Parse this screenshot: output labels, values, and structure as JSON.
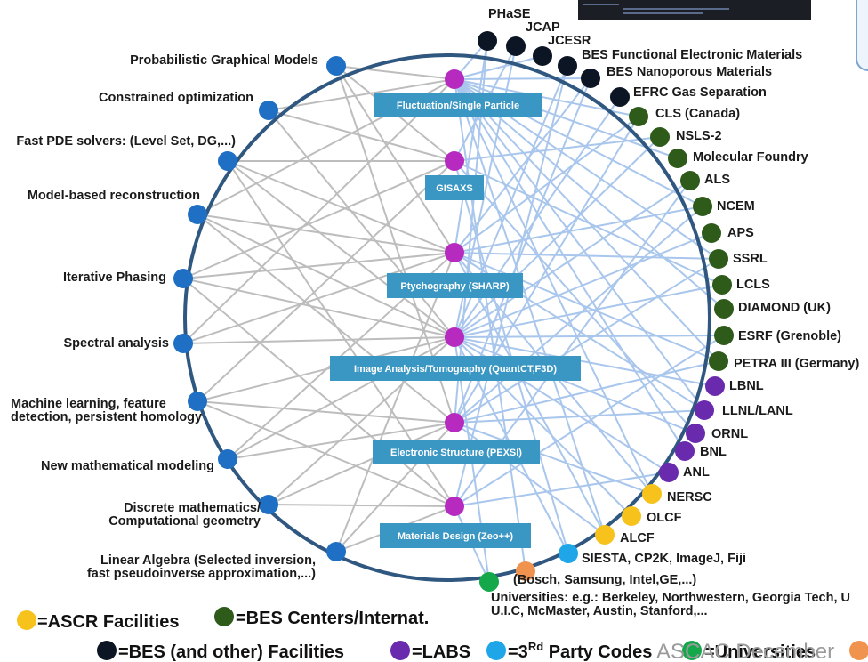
{
  "colors": {
    "ring": "#2f5780",
    "method": "#1f6fc4",
    "project": "#b62ac0",
    "facility_bes": "#0c1524",
    "bes_center": "#2e5a1a",
    "labs": "#6a2aae",
    "ascr": "#f6c21b",
    "third_party": "#1fa6e8",
    "university": "#14a84a",
    "company": "#f0934e",
    "box": "#3a96c3",
    "gray_line": "#bdbdbd",
    "blue_line": "#a9c6ec"
  },
  "methods": [
    {
      "id": "m0",
      "label": "Probabilistic Graphical Models"
    },
    {
      "id": "m1",
      "label": "Constrained optimization"
    },
    {
      "id": "m2",
      "label": "Fast PDE solvers: (Level Set, DG,...)"
    },
    {
      "id": "m3",
      "label": "Model-based reconstruction"
    },
    {
      "id": "m4",
      "label": "Iterative Phasing"
    },
    {
      "id": "m5",
      "label": "Spectral analysis"
    },
    {
      "id": "m6",
      "label_lines": [
        "Machine learning, feature",
        "detection, persistent homology"
      ]
    },
    {
      "id": "m7",
      "label": "New mathematical modeling"
    },
    {
      "id": "m8",
      "label_lines": [
        "Discrete mathematics/",
        "Computational geometry"
      ]
    },
    {
      "id": "m9",
      "label_lines": [
        "Linear Algebra (Selected inversion,",
        "fast pseudoinverse approximation,...)"
      ]
    }
  ],
  "projects": [
    {
      "id": "p0",
      "label": "Fluctuation/Single Particle"
    },
    {
      "id": "p1",
      "label": "GISAXS"
    },
    {
      "id": "p2",
      "label": "Ptychography (SHARP)"
    },
    {
      "id": "p3",
      "label": "Image Analysis/Tomography  (QuantCT,F3D)"
    },
    {
      "id": "p4",
      "label": "Electronic Structure (PEXSI)"
    },
    {
      "id": "p5",
      "label": "Materials Design (Zeo++)"
    }
  ],
  "partners": [
    {
      "id": "f0",
      "label": "PHaSE",
      "type": "facility_bes"
    },
    {
      "id": "f1",
      "label": "JCAP",
      "type": "facility_bes"
    },
    {
      "id": "f2",
      "label": "JCESR",
      "type": "facility_bes"
    },
    {
      "id": "f3",
      "label": "BES Functional Electronic Materials",
      "type": "facility_bes"
    },
    {
      "id": "f4",
      "label": "BES Nanoporous Materials",
      "type": "facility_bes"
    },
    {
      "id": "f5",
      "label": "EFRC Gas Separation",
      "type": "facility_bes"
    },
    {
      "id": "b0",
      "label": "CLS (Canada)",
      "type": "bes_center"
    },
    {
      "id": "b1",
      "label": "NSLS-2",
      "type": "bes_center"
    },
    {
      "id": "b2",
      "label": "Molecular Foundry",
      "type": "bes_center"
    },
    {
      "id": "b3",
      "label": "ALS",
      "type": "bes_center"
    },
    {
      "id": "b4",
      "label": "NCEM",
      "type": "bes_center"
    },
    {
      "id": "b5",
      "label": "APS",
      "type": "bes_center"
    },
    {
      "id": "b6",
      "label": "SSRL",
      "type": "bes_center"
    },
    {
      "id": "b7",
      "label": "LCLS",
      "type": "bes_center"
    },
    {
      "id": "b8",
      "label": "DIAMOND (UK)",
      "type": "bes_center"
    },
    {
      "id": "b9",
      "label": "ESRF (Grenoble)",
      "type": "bes_center"
    },
    {
      "id": "b10",
      "label": "PETRA III (Germany)",
      "type": "bes_center"
    },
    {
      "id": "l0",
      "label": "LBNL",
      "type": "labs"
    },
    {
      "id": "l1",
      "label": "LLNL/LANL",
      "type": "labs"
    },
    {
      "id": "l2",
      "label": "ORNL",
      "type": "labs"
    },
    {
      "id": "l3",
      "label": "BNL",
      "type": "labs"
    },
    {
      "id": "l4",
      "label": "ANL",
      "type": "labs"
    },
    {
      "id": "a0",
      "label": "NERSC",
      "type": "ascr"
    },
    {
      "id": "a1",
      "label": "OLCF",
      "type": "ascr"
    },
    {
      "id": "a2",
      "label": "ALCF",
      "type": "ascr"
    },
    {
      "id": "t0",
      "label": "SIESTA, CP2K, ImageJ, Fiji",
      "type": "third_party"
    },
    {
      "id": "c0",
      "label": "(Bosch, Samsung, Intel,GE,...)",
      "type": "company"
    },
    {
      "id": "u0",
      "label_lines": [
        "Universities: e.g.: Berkeley, Northwestern, Georgia Tech, U",
        "U.I.C, McMaster, Austin, Stanford,..."
      ],
      "type": "university"
    }
  ],
  "legend": {
    "ascr": "=ASCR Facilities",
    "bes_center": "=BES Centers/Internat.",
    "facility_bes": "=BES (and  other) Facilities",
    "labs": "=LABS",
    "third_party_pre": "=3",
    "third_party_sup": "Rd",
    "third_party_post": " Party Codes",
    "university": "=Universities"
  },
  "watermark": "ASCAC December"
}
